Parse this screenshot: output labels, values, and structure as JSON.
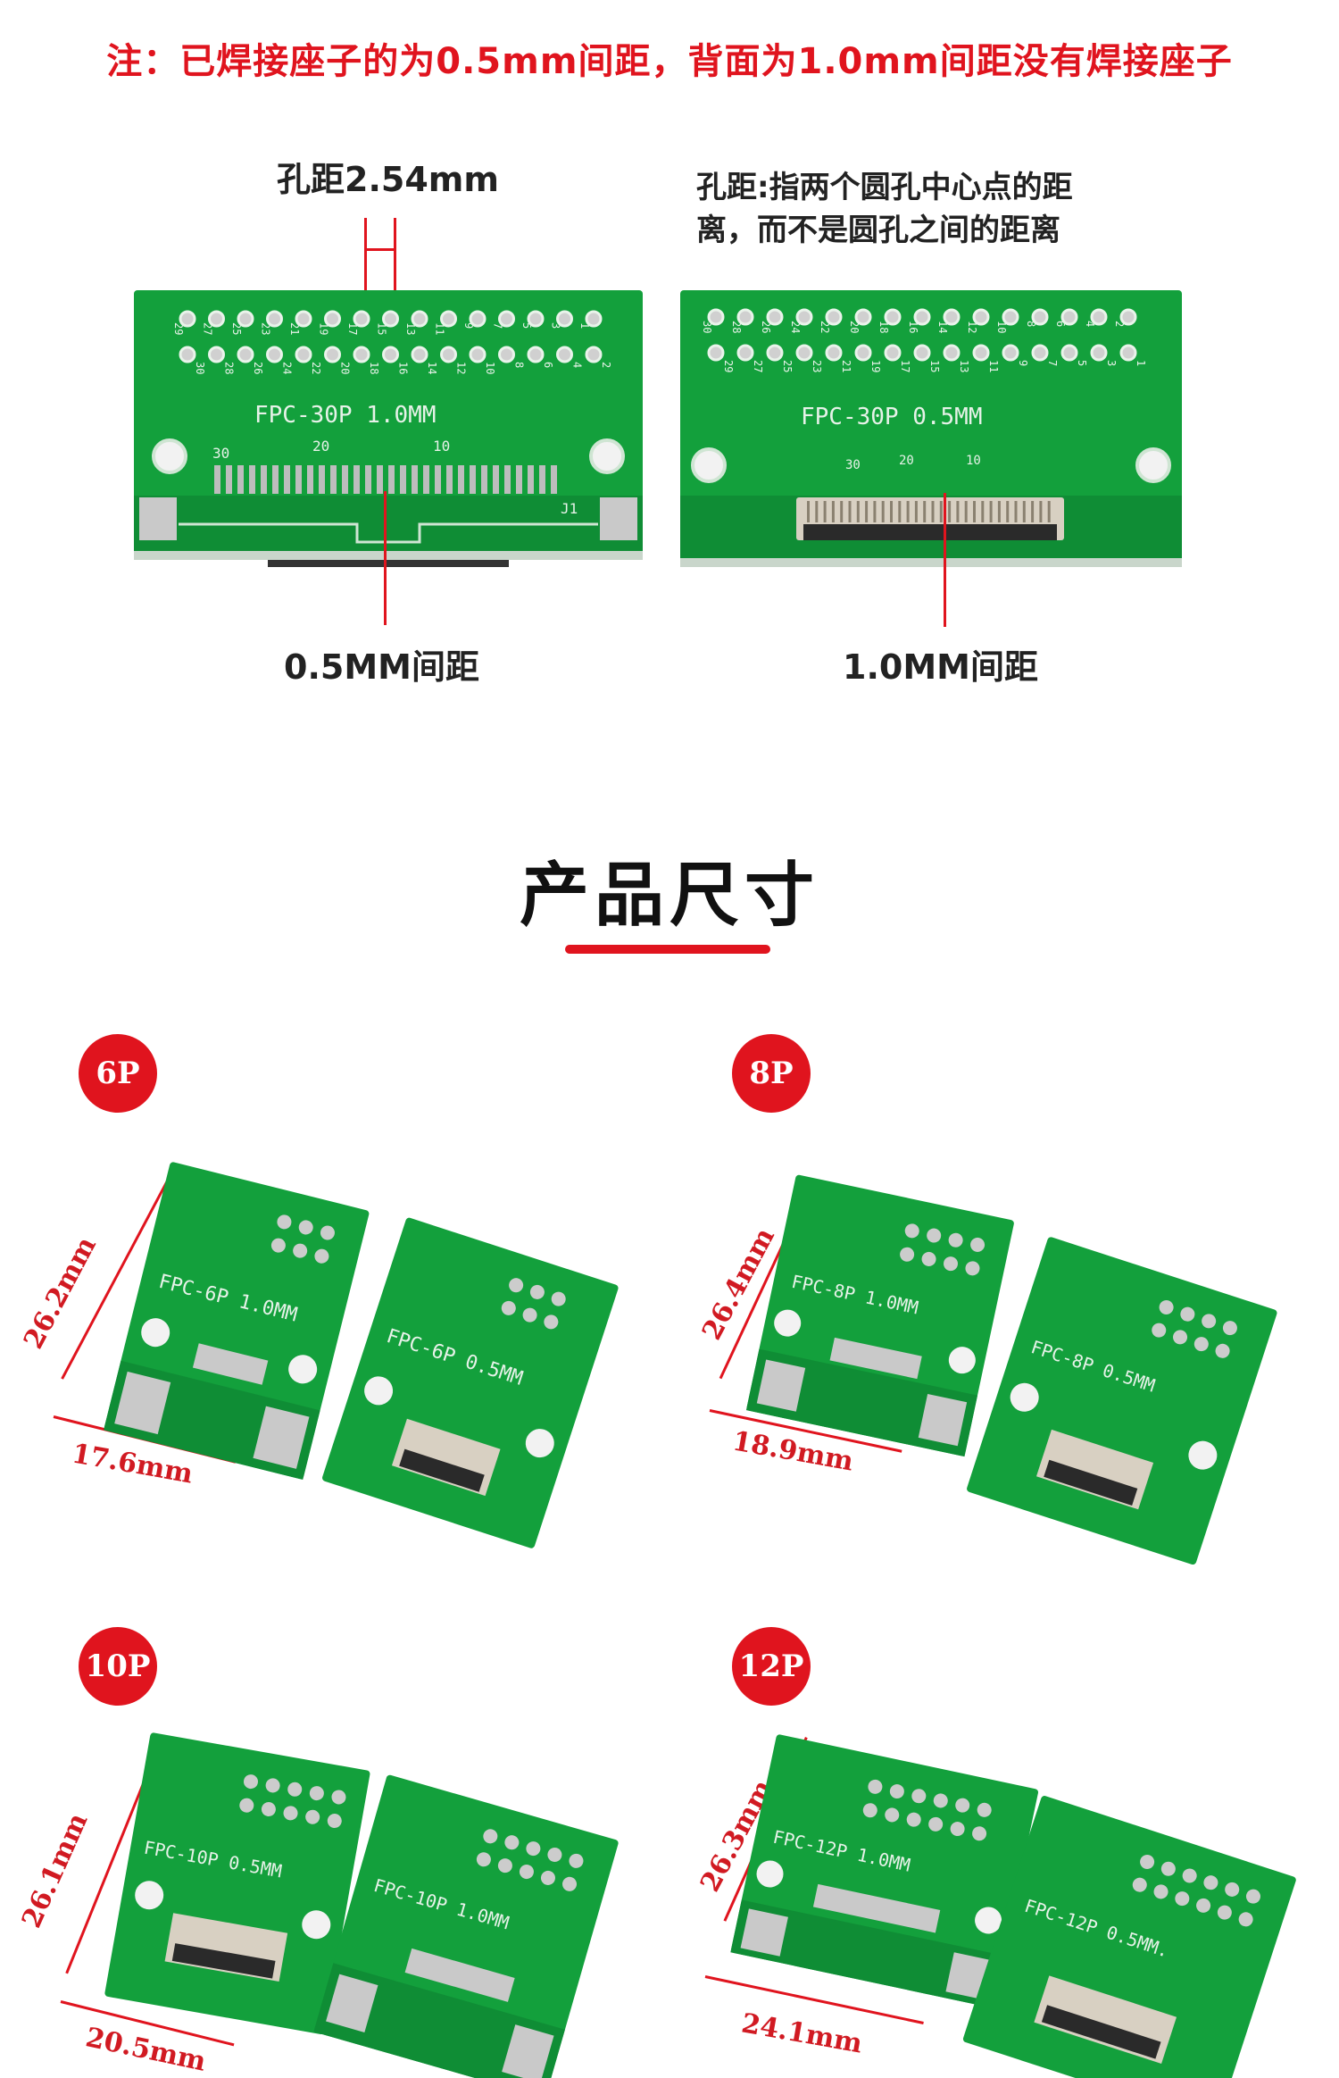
{
  "note": "注：已焊接座子的为0.5mm间距，背面为1.0mm间距没有焊接座子",
  "top": {
    "pitch_label": "孔距2.54mm",
    "pitch_explain_line1": "孔距:指两个圆孔中心点的距",
    "pitch_explain_line2": "离，而不是圆孔之间的距离",
    "left_board": {
      "silk": "FPC-30P 1.0MM",
      "marks": [
        "30",
        "20",
        "10"
      ],
      "ref": "J1",
      "top_row": [
        "29",
        "27",
        "25",
        "23",
        "21",
        "19",
        "17",
        "15",
        "13",
        "11",
        "9",
        "7",
        "5",
        "3",
        "1"
      ],
      "bottom_row": [
        "30",
        "28",
        "26",
        "24",
        "22",
        "20",
        "18",
        "16",
        "14",
        "12",
        "10",
        "8",
        "6",
        "4",
        "2"
      ],
      "caption": "0.5MM间距"
    },
    "right_board": {
      "silk": "FPC-30P 0.5MM",
      "marks": [
        "30",
        "20",
        "10"
      ],
      "top_row": [
        "30",
        "28",
        "26",
        "24",
        "22",
        "20",
        "18",
        "16",
        "14",
        "12",
        "10",
        "8",
        "6",
        "4",
        "2"
      ],
      "bottom_row": [
        "29",
        "27",
        "25",
        "23",
        "21",
        "19",
        "17",
        "15",
        "13",
        "11",
        "9",
        "7",
        "5",
        "3",
        "1"
      ],
      "caption": "1.0MM间距"
    }
  },
  "section_title": "产品尺寸",
  "products": [
    {
      "badge": "6P",
      "height": "26.2mm",
      "width": "17.6mm",
      "silk_a": "FPC-6P 1.0MM",
      "silk_b": "FPC-6P 0.5MM"
    },
    {
      "badge": "8P",
      "height": "26.4mm",
      "width": "18.9mm",
      "silk_a": "FPC-8P 1.0MM",
      "silk_b": "FPC-8P 0.5MM"
    },
    {
      "badge": "10P",
      "height": "26.1mm",
      "width": "20.5mm",
      "silk_a": "FPC-10P 0.5MM",
      "silk_b": "FPC-10P 1.0MM"
    },
    {
      "badge": "12P",
      "height": "26.3mm",
      "width": "24.1mm",
      "silk_a": "FPC-12P 1.0MM",
      "silk_b": "FPC-12P 0.5MM."
    }
  ],
  "colors": {
    "accent": "#e0141e",
    "pcb": "#13a03c",
    "pcb_dark": "#0b7a2c",
    "pad": "#c9c9c9"
  }
}
